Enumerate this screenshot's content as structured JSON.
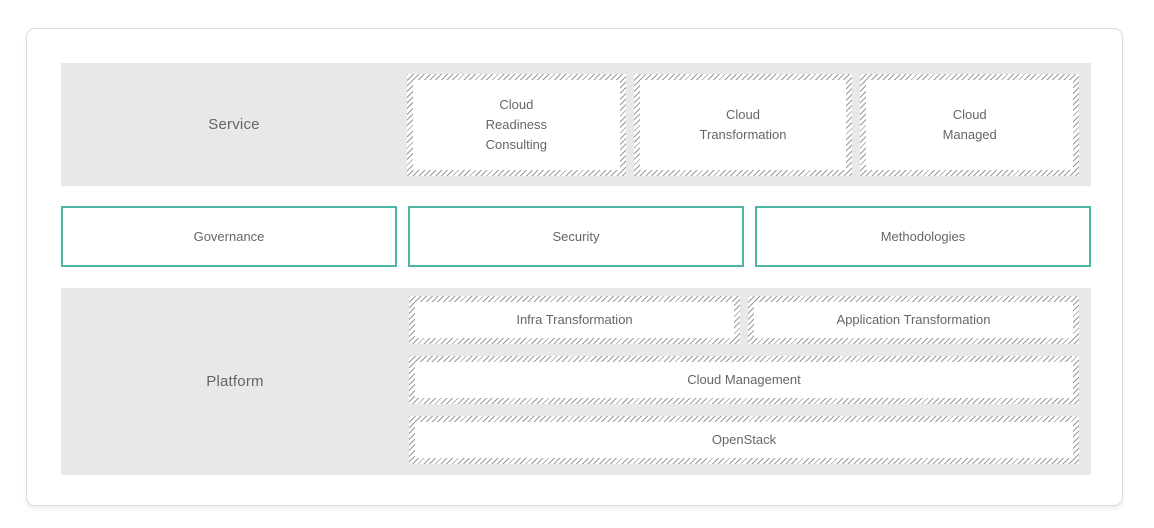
{
  "colors": {
    "accent_teal": "#4cb5a3",
    "band_background": "#e8e8e8",
    "hatch_line": "#9a9a9a",
    "text": "#666666",
    "card_border": "#dcdcdc"
  },
  "layers": {
    "service": {
      "label": "Service",
      "items": [
        {
          "label": "Cloud\nReadiness\nConsulting"
        },
        {
          "label": "Cloud\nTransformation"
        },
        {
          "label": "Cloud\nManaged"
        }
      ]
    },
    "governance_row": {
      "items": [
        {
          "label": "Governance"
        },
        {
          "label": "Security"
        },
        {
          "label": "Methodologies"
        }
      ]
    },
    "platform": {
      "label": "Platform",
      "row1": [
        {
          "label": "Infra Transformation"
        },
        {
          "label": "Application Transformation"
        }
      ],
      "row2": {
        "label": "Cloud Management"
      },
      "row3": {
        "label": "OpenStack"
      }
    }
  }
}
